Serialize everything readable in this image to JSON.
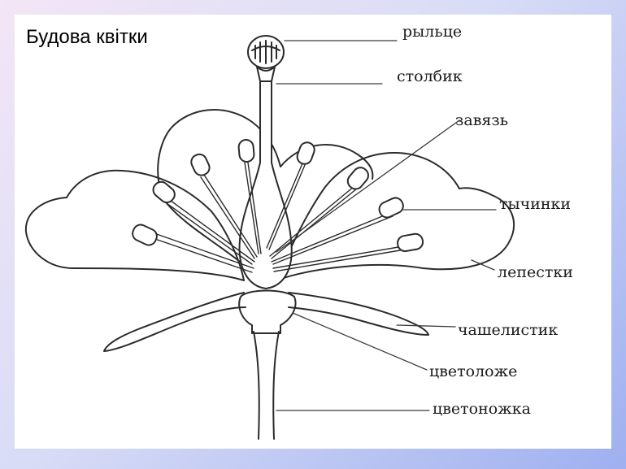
{
  "title": "Будова квітки",
  "labels": {
    "stigma": "рыльце",
    "style": "столбик",
    "ovary": "завязь",
    "stamens": "тычинки",
    "petals": "лепестки",
    "sepal": "чашелистик",
    "receptacle": "цветоложе",
    "pedicel": "цветоножка"
  }
}
